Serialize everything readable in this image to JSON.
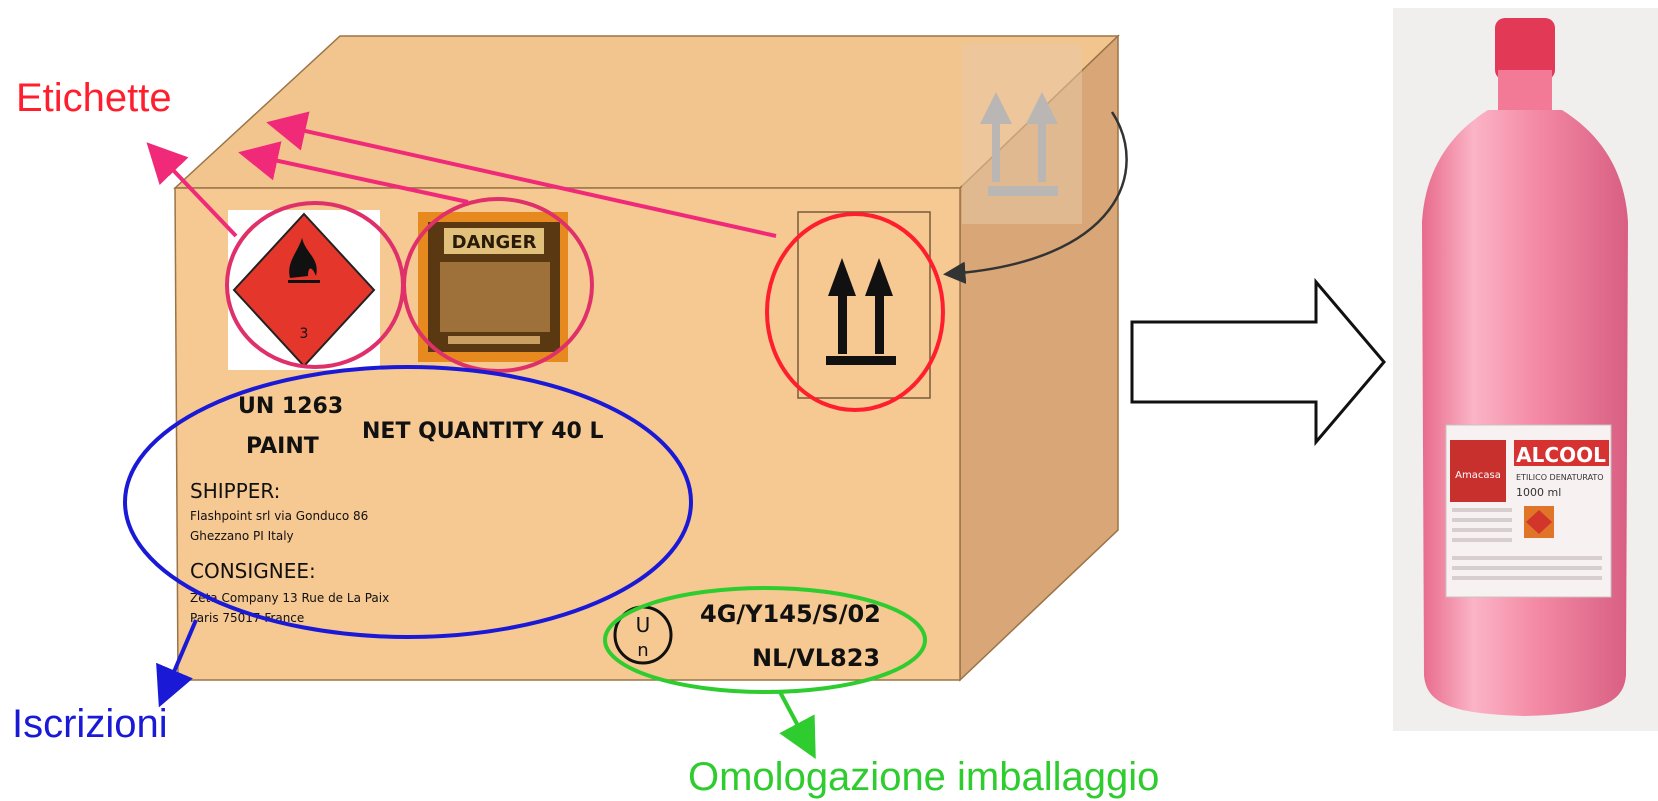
{
  "labels": {
    "etichette": "Etichette",
    "iscrizioni": "Iscrizioni",
    "omologazione": "Omologazione imballaggio"
  },
  "box": {
    "un_number": "UN 1263",
    "product": "PAINT",
    "net_quantity": "NET QUANTITY 40 L",
    "shipper_heading": "SHIPPER:",
    "shipper_line1": "Flashpoint srl  via Gonduco 86",
    "shipper_line2": "Ghezzano PI Italy",
    "consignee_heading": "CONSIGNEE:",
    "consignee_line1": "Zeta Company  13 Rue de La Paix",
    "consignee_line2": "Paris 75017 France",
    "un_mark_top": "U",
    "un_mark_bottom": "n",
    "package_code": "4G/Y145/S/02",
    "package_origin": "NL/VL823"
  },
  "placards": {
    "flammable_class": "3",
    "danger_title": "DANGER"
  },
  "bottle": {
    "brand": "Amacasa",
    "product": "ALCOOL",
    "subtitle": "ETILICO DENATURATO",
    "volume": "1000 ml"
  },
  "colors": {
    "etichette": "#ff1e2d",
    "iscrizioni": "#1a1ad6",
    "omologazione": "#2ecc2e",
    "box_front": "#f6c892",
    "box_top": "#f2c48e",
    "box_side": "#d8a677",
    "pink_arrow": "#f02a78",
    "bottle": "#f48aa6"
  }
}
